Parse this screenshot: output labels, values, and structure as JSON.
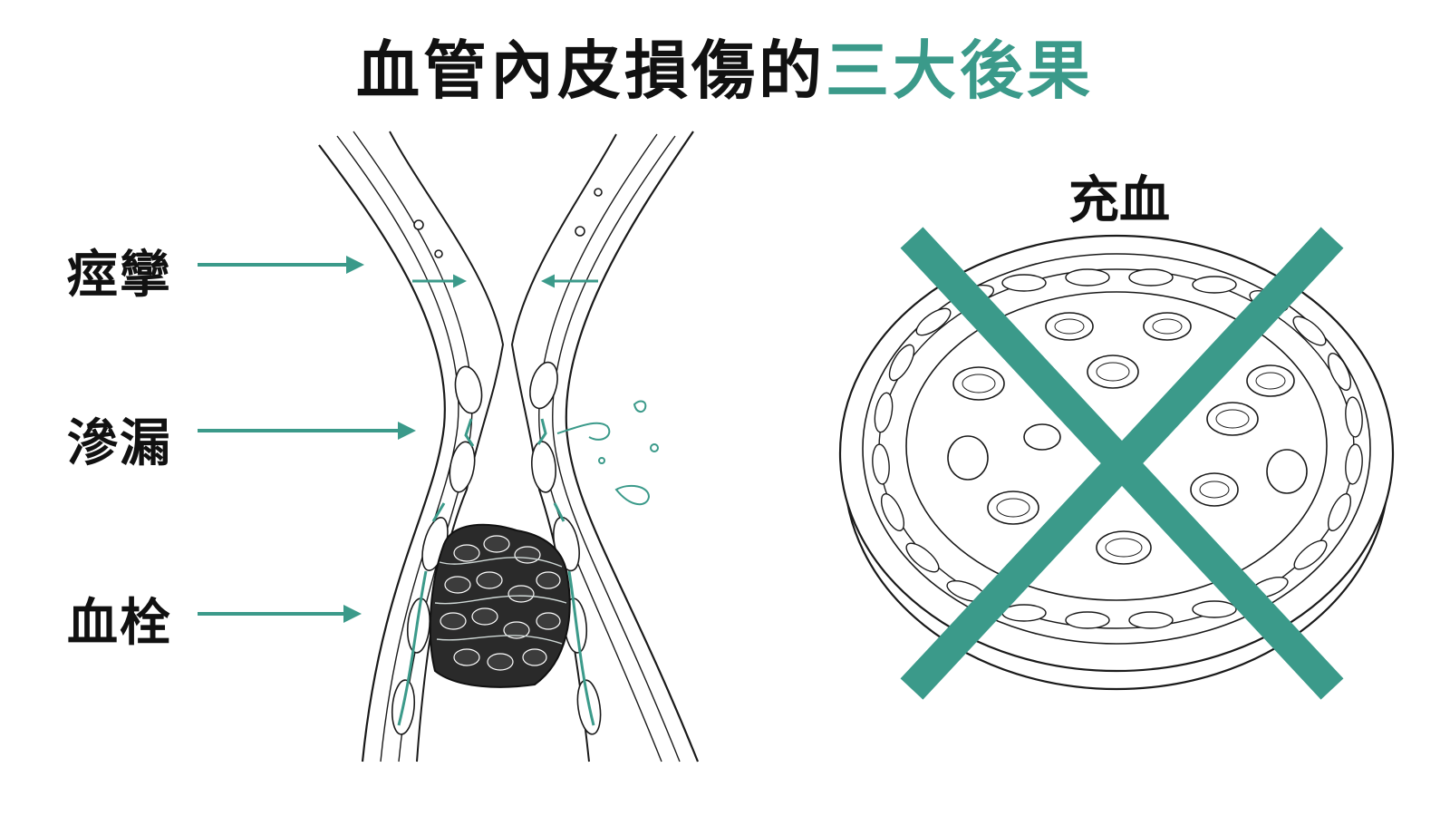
{
  "title": {
    "main": "血管內皮損傷的",
    "highlight": "三大後果"
  },
  "labels": {
    "spasm": "痙攣",
    "leakage": "滲漏",
    "thrombus": "血栓",
    "congestion": "充血"
  },
  "colors": {
    "accent": "#3b9a8a",
    "ink": "#111111",
    "clot": "#2a2a2a"
  }
}
